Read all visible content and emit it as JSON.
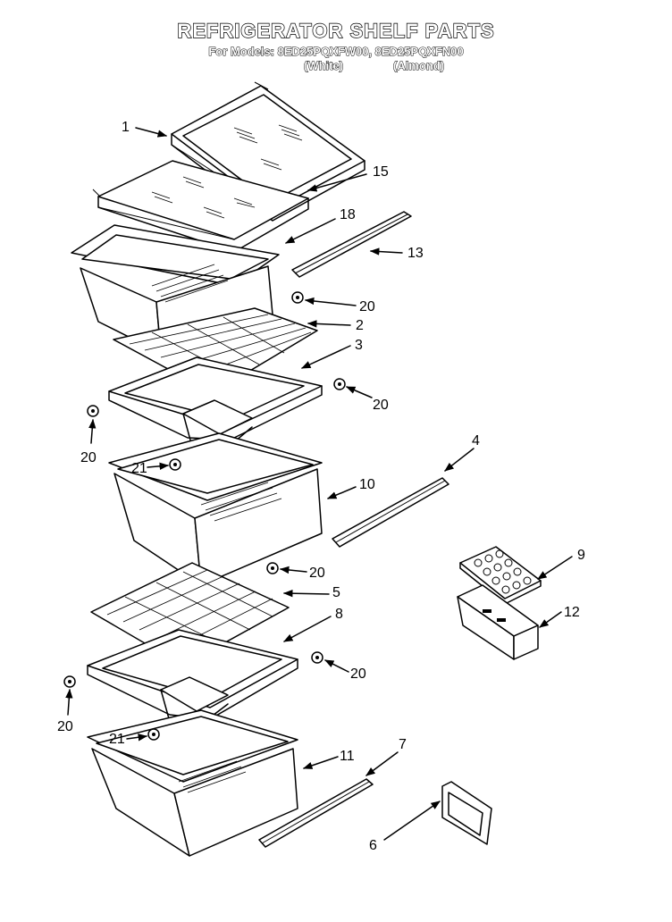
{
  "header": {
    "title": "REFRIGERATOR SHELF PARTS",
    "subtitle": "For Models: 8ED25PQXFW00, 8ED25PQXFN00",
    "variant_white": "(White)",
    "variant_almond": "(Almond)"
  },
  "callouts": {
    "c1": "1",
    "c15": "15",
    "c18": "18",
    "c13": "13",
    "c20a": "20",
    "c2": "2",
    "c3": "3",
    "c20b": "20",
    "c20c": "20",
    "c21a": "21",
    "c4": "4",
    "c10": "10",
    "c20d": "20",
    "c9": "9",
    "c5": "5",
    "c8": "8",
    "c12": "12",
    "c20e": "20",
    "c20f": "20",
    "c21b": "21",
    "c11": "11",
    "c7": "7",
    "c6": "6"
  }
}
